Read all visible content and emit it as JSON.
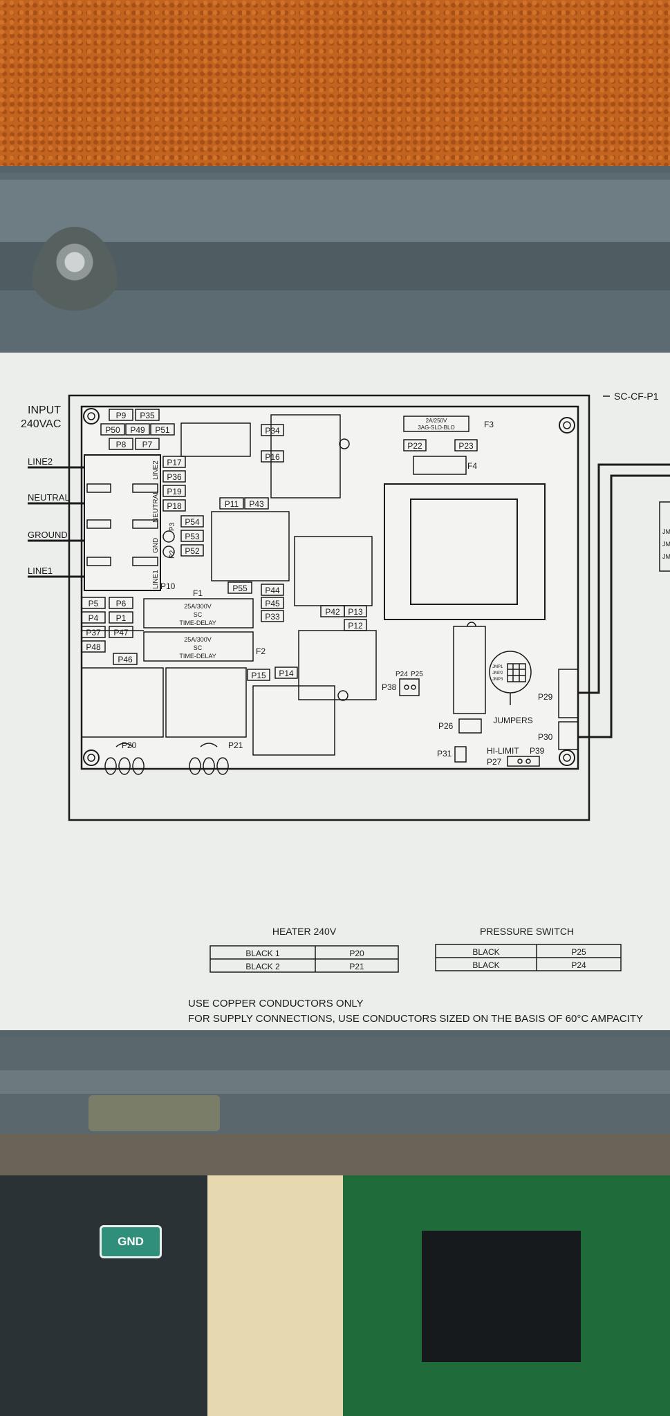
{
  "diagram": {
    "model_id": "SC-CF-P1",
    "input_label": [
      "INPUT",
      "240VAC"
    ],
    "line_labels": [
      "LINE2",
      "NEUTRAL",
      "GROUND",
      "LINE1"
    ],
    "left_top_connectors": [
      "P9",
      "P35",
      "P50",
      "P49",
      "P51",
      "P8",
      "P7"
    ],
    "left_column_connectors": [
      "P17",
      "P36",
      "P19",
      "P18",
      "P54",
      "P53",
      "P52"
    ],
    "vertical_labels": [
      "LINE2",
      "NEUTRAL",
      "P3",
      "GND",
      "P2",
      "LINE1"
    ],
    "bottom_left_connectors": [
      "P5",
      "P6",
      "P4",
      "P1",
      "P37",
      "P47",
      "P48",
      "P46"
    ],
    "center_connectors": [
      "P34",
      "P16",
      "P11",
      "P43",
      "P10",
      "P55",
      "P44",
      "P45",
      "P33",
      "P15",
      "P14",
      "P42",
      "P13",
      "P12"
    ],
    "fuse_top": {
      "label": "2A/250V",
      "sub": "3AG-SLO-BLO",
      "id": "F3"
    },
    "fuse_top_connectors": [
      "P22",
      "P23"
    ],
    "fuse_f4": "F4",
    "fuse_f1": {
      "id": "F1",
      "lines": [
        "25A/300V",
        "SC",
        "TIME-DELAY"
      ]
    },
    "fuse_f2": {
      "id": "F2",
      "lines": [
        "25A/300V",
        "SC",
        "TIME-DELAY"
      ]
    },
    "right_connectors": [
      "P24",
      "P25",
      "P38",
      "P26",
      "P29",
      "P30",
      "P31",
      "P39",
      "P27"
    ],
    "jumper_labels": [
      "JMP1",
      "JMP2",
      "JMP3"
    ],
    "jumpers_label": "JUMPERS",
    "hi_limit_label": "HI-LIMIT",
    "heater_connectors": [
      "P20",
      "P21"
    ],
    "right_partial": [
      "JM",
      "JM",
      "JM"
    ]
  },
  "heater_table": {
    "title": "HEATER 240V",
    "rows": [
      [
        "BLACK 1",
        "P20"
      ],
      [
        "BLACK 2",
        "P21"
      ]
    ]
  },
  "pressure_table": {
    "title": "PRESSURE SWITCH",
    "rows": [
      [
        "BLACK",
        "P25"
      ],
      [
        "BLACK",
        "P24"
      ]
    ]
  },
  "notes": {
    "line1": "USE COPPER CONDUCTORS ONLY",
    "line2": "FOR SUPPLY CONNECTIONS, USE CONDUCTORS SIZED ON THE BASIS OF 60°C AMPACITY"
  },
  "interior": {
    "gnd_badge": "GND"
  },
  "colors": {
    "label_bg": "#eceeec",
    "ink": "#1a1a1a",
    "panel": "#56636a",
    "wall": "#c2641f"
  }
}
